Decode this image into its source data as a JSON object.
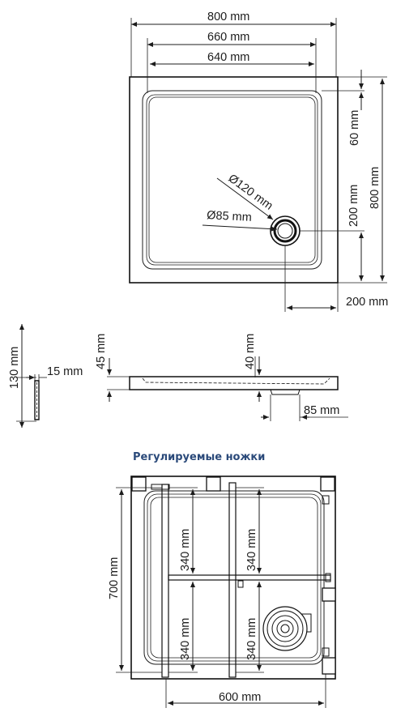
{
  "top_view": {
    "width_outer": "800 mm",
    "width_mid": "660 mm",
    "width_inner": "640 mm",
    "height_outer": "800 mm",
    "rim": "60 mm",
    "drain_offset_v": "200 mm",
    "drain_offset_h": "200 mm",
    "drain_outer_diameter": "Ø120 mm",
    "drain_inner_diameter": "Ø85 mm"
  },
  "side_views": {
    "leg_height": "130 mm",
    "leg_width": "15 mm",
    "profile_height": "45 mm",
    "drain_depth": "40 mm",
    "drain_width": "85 mm"
  },
  "bottom_view": {
    "title": "Регулируемые ножки",
    "height": "700 mm",
    "width": "600 mm",
    "seg_1": "340 mm",
    "seg_2": "340 mm",
    "seg_3": "340 mm",
    "seg_4": "340 mm"
  }
}
